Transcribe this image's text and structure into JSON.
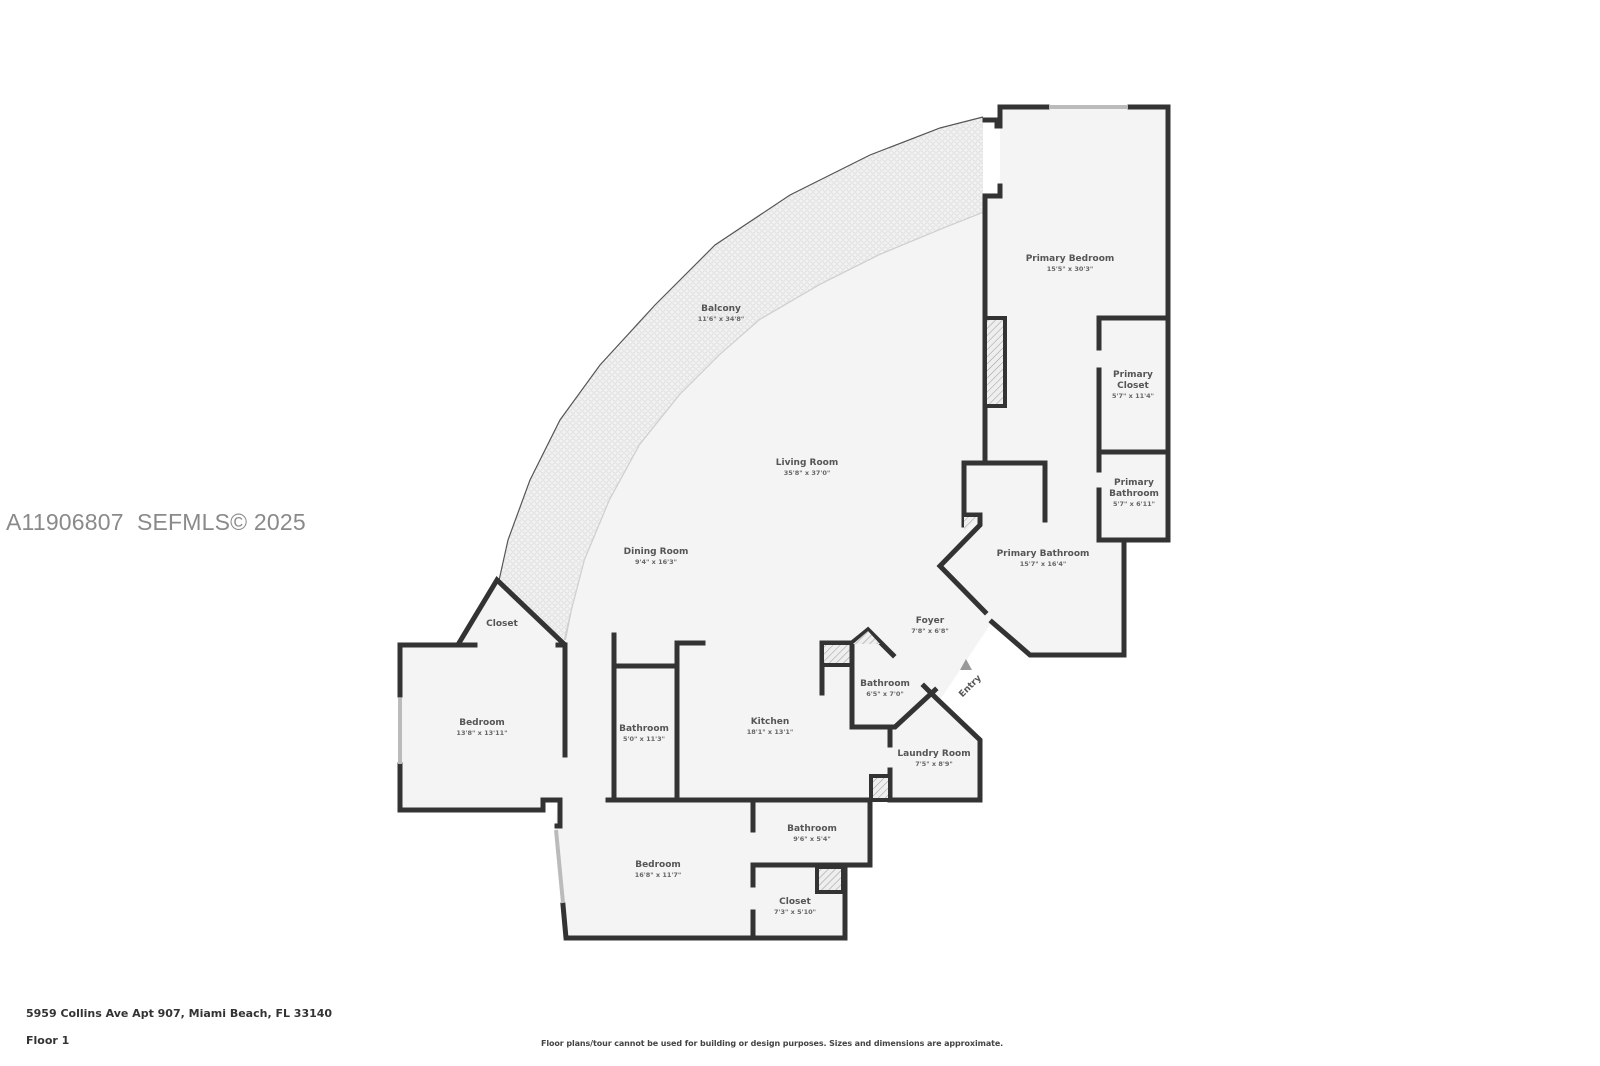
{
  "watermark": "A11906807  SEFMLS© 2025",
  "footer": {
    "address": "5959 Collins Ave Apt 907, Miami Beach, FL 33140",
    "floor": "Floor 1",
    "disclaimer": "Floor plans/tour cannot be used for building or design purposes. Sizes and dimensions are approximate."
  },
  "entry_label": "Entry",
  "rooms": [
    {
      "name": "Primary Bedroom",
      "dim": "15'5\" x 30'3\""
    },
    {
      "name": "Primary Closet",
      "name_line1": "Primary",
      "name_line2": "Closet",
      "dim": "5'7\" x 11'4\""
    },
    {
      "name": "Primary Bathroom",
      "name_line1": "Primary",
      "name_line2": "Bathroom",
      "dim": "5'7\" x 6'11\""
    },
    {
      "name": "Balcony",
      "dim": "11'6\" x 34'8\""
    },
    {
      "name": "Living Room",
      "dim": "35'8\" x 37'0\""
    },
    {
      "name": "Dining Room",
      "dim": "9'4\" x 16'3\""
    },
    {
      "name": "Primary Bathroom",
      "dim": "15'7\" x 16'4\""
    },
    {
      "name": "Foyer",
      "dim": "7'8\" x 6'8\""
    },
    {
      "name": "Closet",
      "dim": ""
    },
    {
      "name": "Bedroom",
      "dim": "13'8\" x 13'11\""
    },
    {
      "name": "Bathroom",
      "dim": "5'0\" x 11'3\""
    },
    {
      "name": "Kitchen",
      "dim": "18'1\" x 13'1\""
    },
    {
      "name": "Bathroom",
      "dim": "6'5\" x 7'0\""
    },
    {
      "name": "Laundry Room",
      "dim": "7'5\" x 8'9\""
    },
    {
      "name": "Bathroom",
      "dim": "9'6\" x 5'4\""
    },
    {
      "name": "Bedroom",
      "dim": "16'8\" x 11'7\""
    },
    {
      "name": "Closet",
      "dim": "7'3\" x 5'10\""
    }
  ],
  "colors": {
    "wall": "#333333",
    "floor": "#f4f4f4",
    "balcony_pattern": "#dddddd",
    "text": "#555555",
    "watermark": "#8a8a8a"
  }
}
